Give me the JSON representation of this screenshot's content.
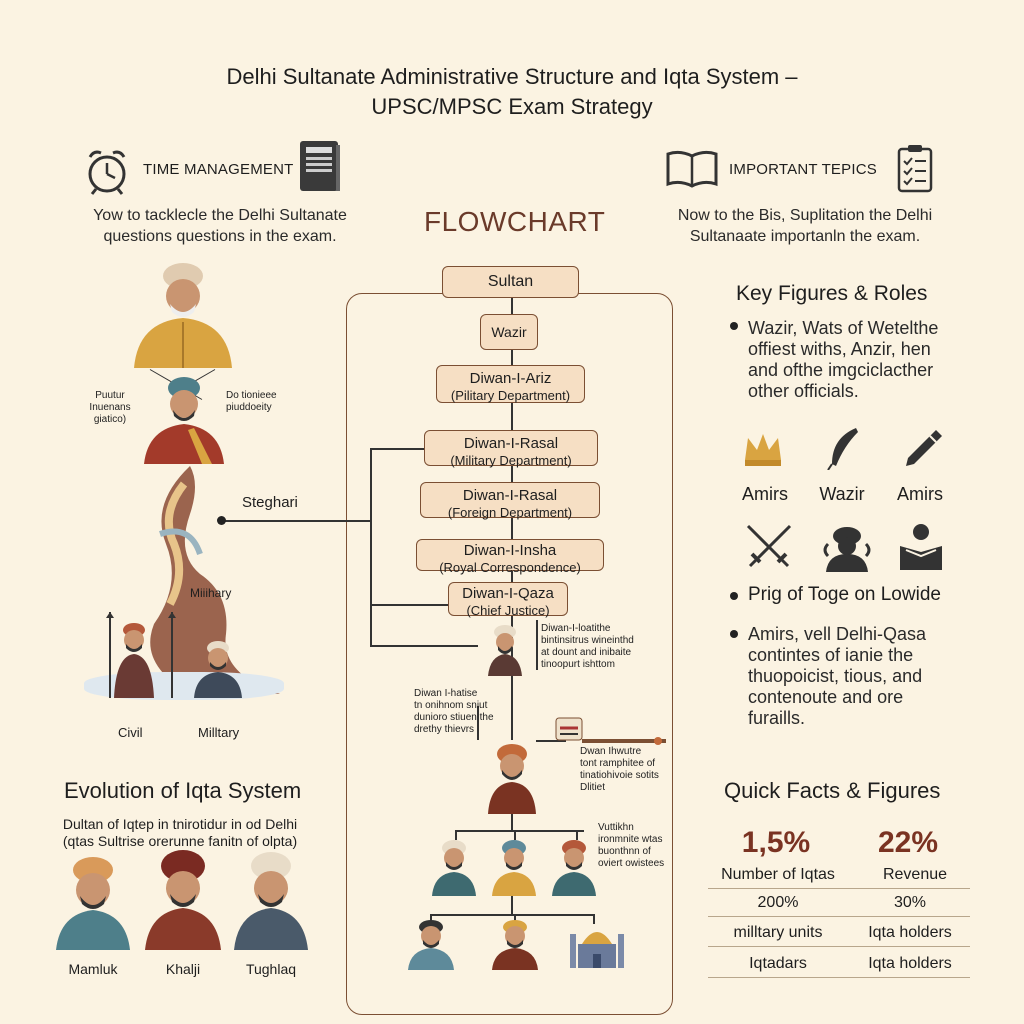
{
  "title": {
    "line1": "Delhi Sultanate Administrative Structure and Iqta System –",
    "line2": "UPSC/MPSC Exam Strategy"
  },
  "header_left": {
    "label": "TIME MANAGEMENT",
    "blurb1": "Yow to tacklecle the Delhi Sultanate",
    "blurb2": "questions questions in the exam."
  },
  "header_right": {
    "label": "IMPORTANT TEPICS",
    "blurb1": "Now to the Bis, Suplitation the Delhi",
    "blurb2": "Sultanaate importanln the exam."
  },
  "flowchart": {
    "title": "FLOWCHART",
    "sultan": "Sultan",
    "wazir": "Wazir",
    "boxes": [
      {
        "name": "Diwan-I-Ariz",
        "sub": "(Pilitary Department)"
      },
      {
        "name": "Diwan-I-Rasal",
        "sub": "(Military Department)"
      },
      {
        "name": "Diwan-I-Rasal",
        "sub": "(Foreign Department)"
      },
      {
        "name": "Diwan-I-Insha",
        "sub": "(Royal Correspondence)"
      },
      {
        "name": "Diwan-I-Qaza",
        "sub": "(Chief Justice)"
      }
    ],
    "note1": [
      "Diwan-I-loatithe",
      "bintinsitrus wineinthd",
      "at dount and inibaite",
      "tinoopurt ishttom"
    ],
    "note2": [
      "Diwan I-hatise",
      "tn onihnom sniut",
      "dunioro stiuen the",
      "drethy thievrs"
    ],
    "note3": [
      "Dwan Ihwutre",
      "tont ramphitee of",
      "tinatiohivoie sotits",
      "Dlitiet"
    ],
    "note4": [
      "Vuttikhn",
      "ironmnite wtas",
      "buonthnn of",
      "oviert owistees"
    ],
    "steghari": "Steghari"
  },
  "left_panel": {
    "label_left": [
      "Puutur",
      "Inuenans",
      "giatico)"
    ],
    "label_right": [
      "Do tionieee",
      "piuddoeity"
    ],
    "military_mid": "Miiihary",
    "civil": "Civil",
    "military": "Milltary"
  },
  "evolution": {
    "heading": "Evolution of Iqta System",
    "desc1": "Dultan of Iqtep in tnirotidur in od Delhi",
    "desc2": "(qtas Sultrise orerunne fanitn of olpta)",
    "dynasties": [
      "Mamluk",
      "Khalji",
      "Tughlaq"
    ]
  },
  "key_figures": {
    "heading": "Key Figures & Roles",
    "bullet1": [
      "Wazir, Wats of Wetelthe",
      "offiest withs, Anzir, hen",
      "and ofthe imgciclacther",
      "other officials."
    ],
    "icons_row1": [
      {
        "icon": "crown-icon",
        "label": "Amirs"
      },
      {
        "icon": "quill-icon",
        "label": "Wazir"
      },
      {
        "icon": "pen-icon",
        "label": "Amirs"
      }
    ],
    "icons_row2": [
      "crossed-swords-icon",
      "scholar-icon",
      "reader-icon"
    ],
    "bullet2": "Prig of Toge on Lowide",
    "bullet3": [
      "Amirs, vell Delhi-Qasa",
      "contintes of ianie the",
      "thuopoicist, tious, and",
      "contenoute and ore",
      "furaills."
    ]
  },
  "quick_facts": {
    "heading": "Quick Facts & Figures",
    "big1": "1,5%",
    "big2": "22%",
    "lab1": "Number of Iqtas",
    "lab2": "Revenue",
    "row2a": "200%",
    "row2b": "30%",
    "row3a": "milltary units",
    "row3b": "Iqta holders",
    "row4a": "Iqtadars",
    "row4b": "Iqta holders"
  },
  "colors": {
    "background": "#fbf3e2",
    "box_fill": "#f6dfc4",
    "box_border": "#7b4f33",
    "accent": "#7a3322",
    "gold": "#d9a441"
  }
}
